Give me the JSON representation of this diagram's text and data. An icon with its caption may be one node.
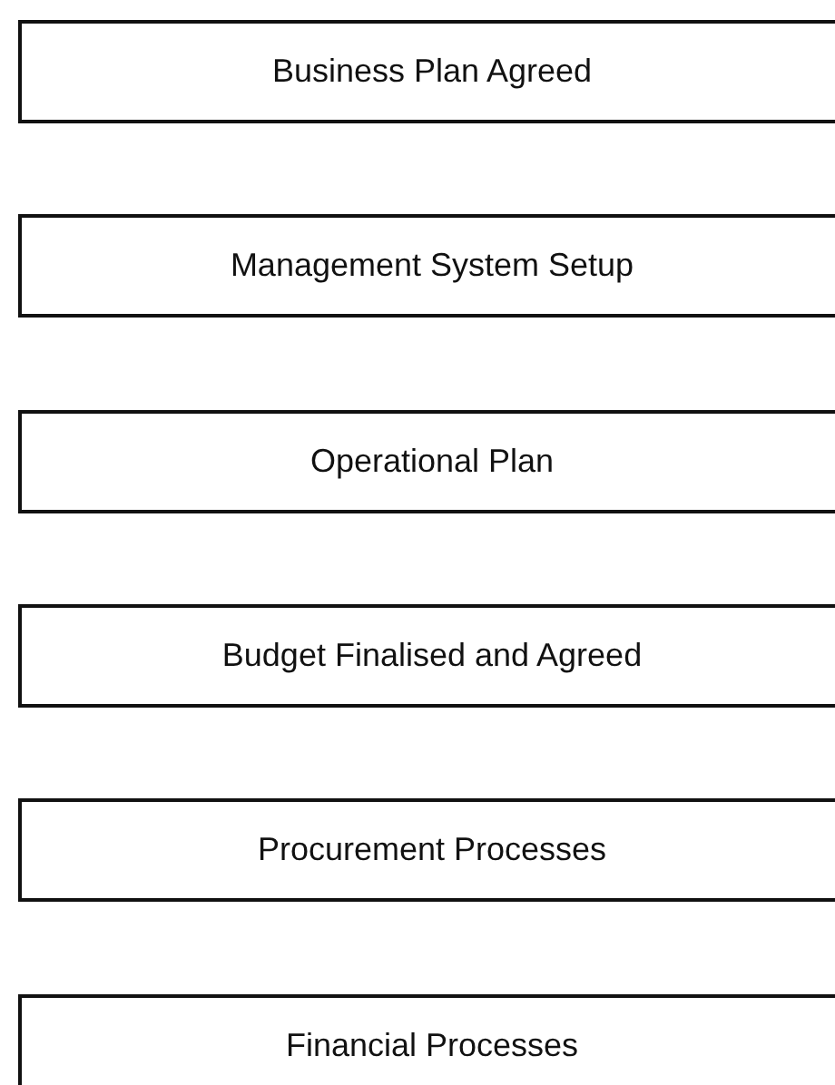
{
  "diagram": {
    "nodes": [
      {
        "text": [
          "Business Plan Agreed"
        ]
      },
      {
        "text": [
          "Management System Setup"
        ]
      },
      {
        "text": [
          "Operational Plan"
        ]
      },
      {
        "text": [
          "Budget Finalised and Agreed"
        ]
      },
      {
        "text": [
          "Procurement Processes"
        ]
      },
      {
        "text": [
          "Financial Processes"
        ]
      }
    ]
  }
}
